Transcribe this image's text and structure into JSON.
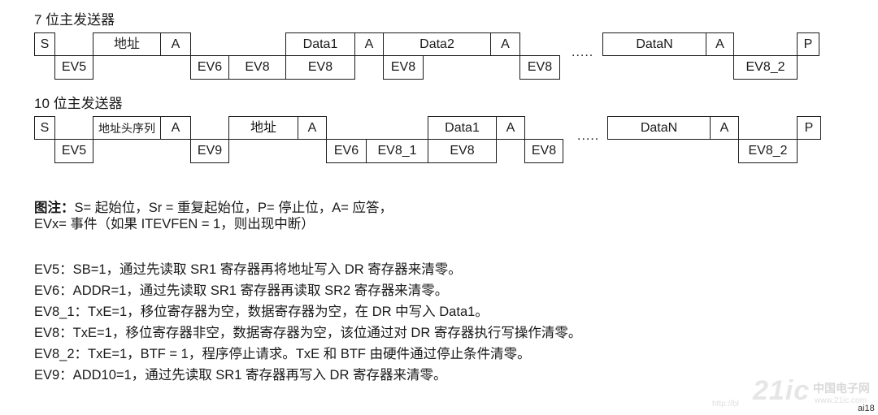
{
  "diagram_7bit": {
    "title": "7 位主发送器",
    "upper": [
      {
        "text": "S"
      },
      {
        "text": "地址"
      },
      {
        "text": "A"
      },
      {
        "text": "Data1"
      },
      {
        "text": "A"
      },
      {
        "text": "Data2"
      },
      {
        "text": "A"
      },
      {
        "text": "DataN"
      },
      {
        "text": "A"
      },
      {
        "text": "P"
      }
    ],
    "lower": [
      {
        "text": "EV5"
      },
      {
        "text": "EV6"
      },
      {
        "text": "EV8"
      },
      {
        "text": "EV8"
      },
      {
        "text": "EV8"
      },
      {
        "text": "EV8"
      },
      {
        "text": "EV8_2"
      }
    ],
    "ellipsis": "....."
  },
  "diagram_10bit": {
    "title": "10 位主发送器",
    "upper": [
      {
        "text": "S"
      },
      {
        "text": "地址头序列"
      },
      {
        "text": "A"
      },
      {
        "text": "地址"
      },
      {
        "text": "A"
      },
      {
        "text": "Data1"
      },
      {
        "text": "A"
      },
      {
        "text": "DataN"
      },
      {
        "text": "A"
      },
      {
        "text": "P"
      }
    ],
    "lower": [
      {
        "text": "EV5"
      },
      {
        "text": "EV9"
      },
      {
        "text": "EV6"
      },
      {
        "text": "EV8_1"
      },
      {
        "text": "EV8"
      },
      {
        "text": "EV8"
      },
      {
        "text": "EV8_2"
      }
    ],
    "ellipsis": "....."
  },
  "legend": {
    "label": "图注：",
    "line1": "S= 起始位，Sr = 重复起始位，P= 停止位，A= 应答，",
    "line2": "EVx= 事件（如果 ITEVFEN = 1，则出现中断）"
  },
  "events": [
    "EV5：SB=1，通过先读取 SR1 寄存器再将地址写入 DR 寄存器来清零。",
    "EV6：ADDR=1，通过先读取 SR1 寄存器再读取 SR2 寄存器来清零。",
    "EV8_1：TxE=1，移位寄存器为空，数据寄存器为空，在 DR 中写入 Data1。",
    "EV8：TxE=1，移位寄存器非空，数据寄存器为空，该位通过对 DR 寄存器执行写操作清零。",
    "EV8_2：TxE=1，BTF = 1，程序停止请求。TxE 和 BTF 由硬件通过停止条件清零。",
    "EV9：ADD10=1，通过先读取 SR1 寄存器再写入 DR 寄存器来清零。"
  ],
  "watermark": {
    "url": "http://bl",
    "logo": "21ic",
    "cn": "中国电子网",
    "domain": "www.21ic.com",
    "figure_id": "ai18"
  }
}
